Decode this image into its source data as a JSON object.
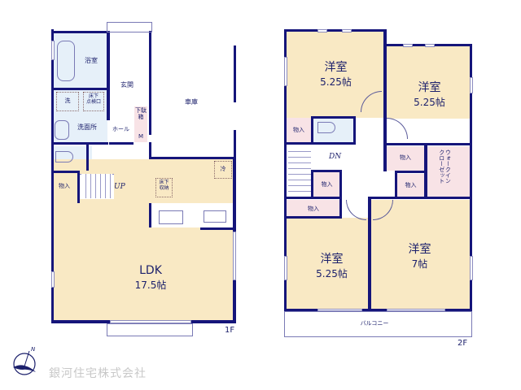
{
  "floor1": {
    "label": "1F",
    "rooms": {
      "bath": "浴室",
      "entrance": "玄関",
      "garage": "車庫",
      "washroom": "洗面所",
      "wash": "洗",
      "underfloor_inspection": "床下\n点検口",
      "hall": "ホール",
      "shoe_box": "下駄箱",
      "shoe_box_m": "M",
      "storage": "物入",
      "stairs_up": "UP",
      "underfloor_storage": "床下\n収納",
      "fridge": "冷",
      "ldk_name": "LDK",
      "ldk_size": "17.5帖"
    }
  },
  "floor2": {
    "label": "2F",
    "rooms": {
      "room_nw_name": "洋室",
      "room_nw_size": "5.25帖",
      "room_ne_name": "洋室",
      "room_ne_size": "5.25帖",
      "room_sw_name": "洋室",
      "room_sw_size": "5.25帖",
      "room_se_name": "洋室",
      "room_se_size": "7帖",
      "storage_1": "物入",
      "storage_2": "物入",
      "storage_3": "物入",
      "storage_4": "物入",
      "storage_5": "物入",
      "walk_in_closet": "ウォークイン\nクローゼット",
      "stairs_down": "DN",
      "balcony": "バルコニー"
    }
  },
  "footer": {
    "company": "銀河住宅株式会社",
    "compass_label": "N"
  },
  "colors": {
    "wall": "#15157a",
    "room_beige": "#f9e9c4",
    "wet_area_blue": "#e6f0f9",
    "storage_pink": "#f8e3e6",
    "company_text": "#c8c8c8"
  }
}
